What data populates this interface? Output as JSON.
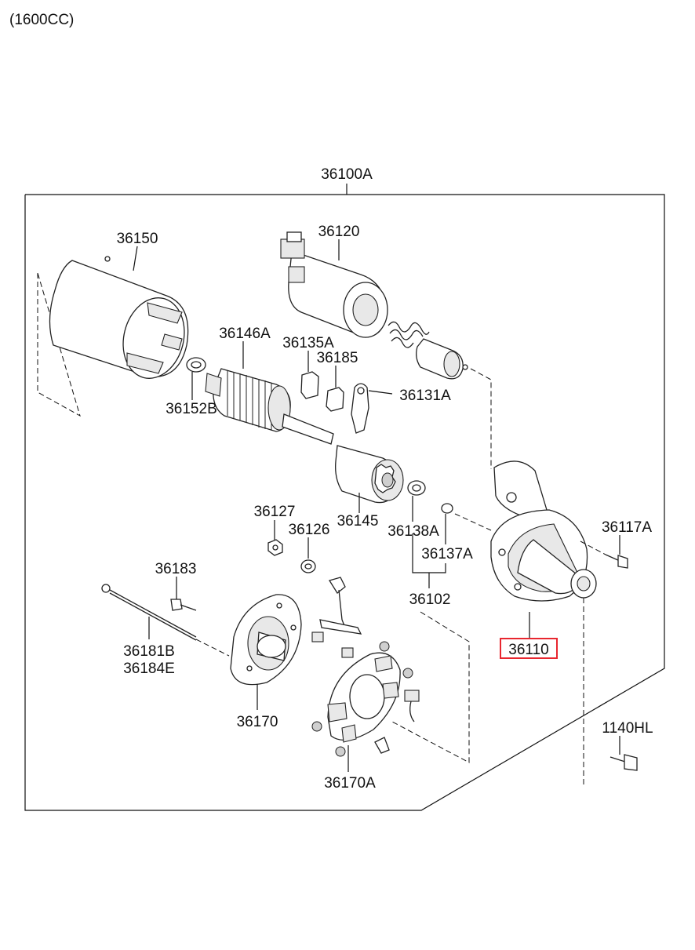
{
  "header": {
    "engine_label": "(1600CC)"
  },
  "assembly": {
    "label": "36100A"
  },
  "parts": [
    {
      "key": "p36150",
      "label": "36150",
      "icon": "yoke-housing-icon"
    },
    {
      "key": "p36120",
      "label": "36120",
      "icon": "solenoid-switch-icon"
    },
    {
      "key": "p36146A",
      "label": "36146A",
      "icon": "armature-icon"
    },
    {
      "key": "p36135A",
      "label": "36135A",
      "icon": "plate-icon"
    },
    {
      "key": "p36185",
      "label": "36185",
      "icon": "plate-icon"
    },
    {
      "key": "p36131A",
      "label": "36131A",
      "icon": "lever-icon"
    },
    {
      "key": "p36152B",
      "label": "36152B",
      "icon": "washer-icon"
    },
    {
      "key": "p36127",
      "label": "36127",
      "icon": "nut-icon"
    },
    {
      "key": "p36126",
      "label": "36126",
      "icon": "washer-icon"
    },
    {
      "key": "p36145",
      "label": "36145",
      "icon": "overrunning-clutch-icon"
    },
    {
      "key": "p36138A",
      "label": "36138A",
      "icon": "washer-icon"
    },
    {
      "key": "p36137A",
      "label": "36137A",
      "icon": "ring-icon"
    },
    {
      "key": "p36102",
      "label": "36102",
      "icon": "kit-bracket-icon"
    },
    {
      "key": "p36117A",
      "label": "36117A",
      "icon": "bolt-icon"
    },
    {
      "key": "p36183",
      "label": "36183",
      "icon": "screw-icon"
    },
    {
      "key": "p36181B",
      "label": "36181B",
      "icon": "through-bolt-icon"
    },
    {
      "key": "p36184E",
      "label": "36184E",
      "icon": "through-bolt-icon"
    },
    {
      "key": "p36110",
      "label": "36110",
      "icon": "front-bracket-icon",
      "highlighted": true
    },
    {
      "key": "p36170",
      "label": "36170",
      "icon": "rear-bracket-icon"
    },
    {
      "key": "p36170A",
      "label": "36170A",
      "icon": "brush-holder-icon"
    },
    {
      "key": "p1140HL",
      "label": "1140HL",
      "icon": "bolt-icon"
    }
  ],
  "colors": {
    "highlight": "#e8262f",
    "line": "#111111"
  }
}
